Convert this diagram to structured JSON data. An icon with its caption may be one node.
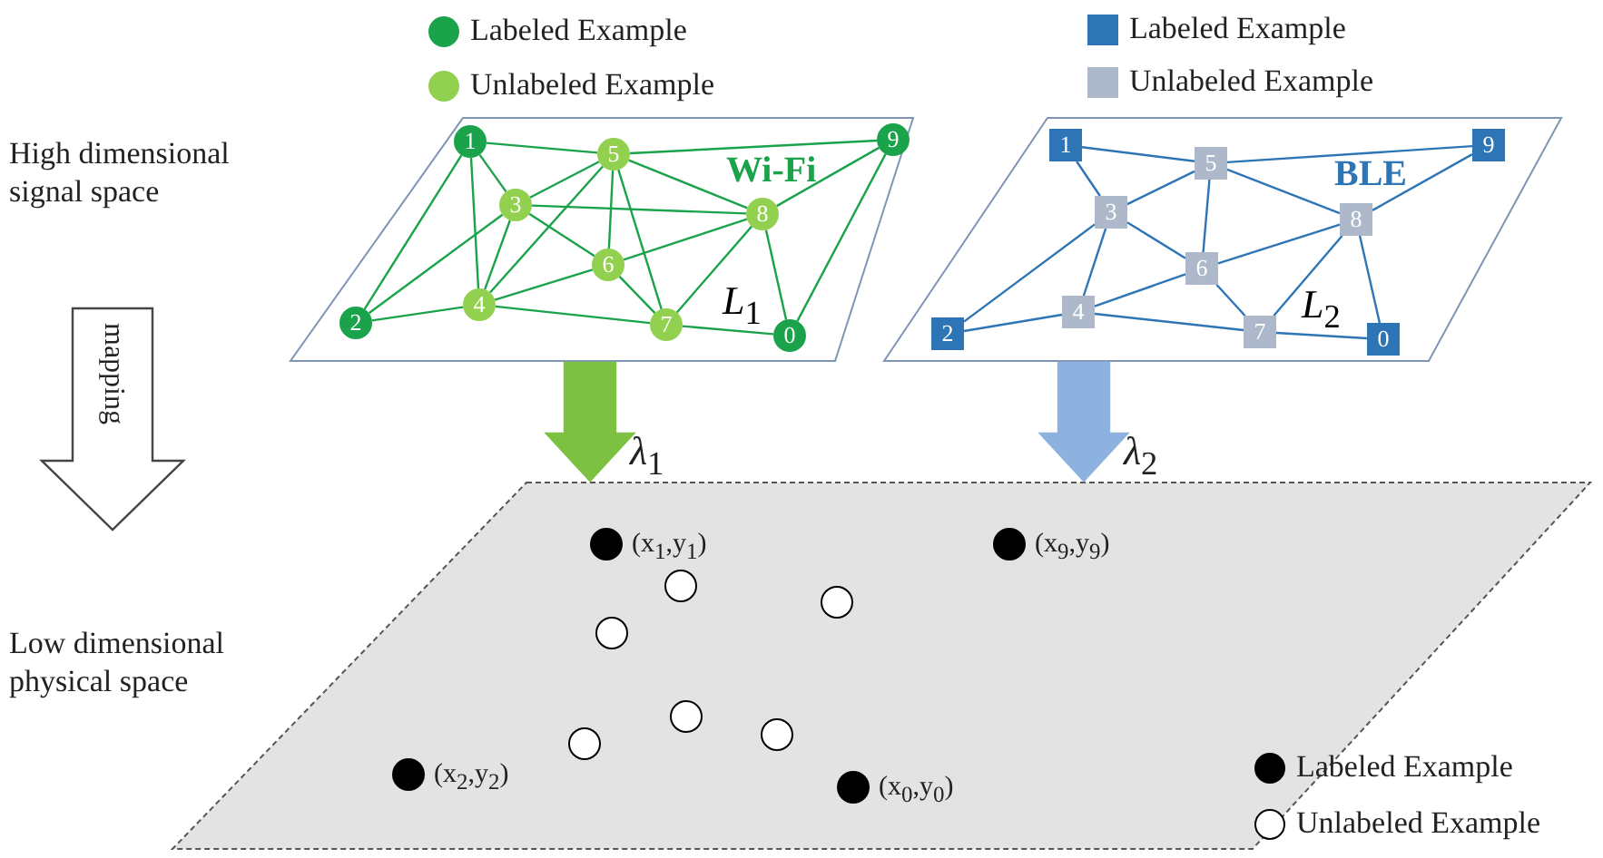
{
  "diagram": {
    "nodes": [
      {
        "text": [
          "Wi-Fi",
          "*L*$_{1}$"
        ]
      },
      {
        "text": [
          "0"
        ],
        "in": 0
      },
      {
        "text": [
          "1"
        ],
        "in": 0
      },
      {
        "text": [
          "2"
        ],
        "in": 0
      },
      {
        "text": [
          "3"
        ],
        "in": 0
      },
      {
        "text": [
          "4"
        ],
        "in": 0
      },
      {
        "text": [
          "5"
        ],
        "in": 0
      },
      {
        "text": [
          "6"
        ],
        "in": 0
      },
      {
        "text": [
          "7"
        ],
        "in": 0
      },
      {
        "text": [
          "8"
        ],
        "in": 0
      },
      {
        "text": [
          "9"
        ],
        "in": 0
      },
      {
        "text": [
          "BLE",
          "*L*$_{2}$"
        ]
      },
      {
        "text": [
          "0"
        ],
        "in": 11
      },
      {
        "text": [
          "1"
        ],
        "in": 11
      },
      {
        "text": [
          "2"
        ],
        "in": 11
      },
      {
        "text": [
          "3"
        ],
        "in": 11
      },
      {
        "text": [
          "4"
        ],
        "in": 11
      },
      {
        "text": [
          "5"
        ],
        "in": 11
      },
      {
        "text": [
          "6"
        ],
        "in": 11
      },
      {
        "text": [
          "7"
        ],
        "in": 11
      },
      {
        "text": [
          "8"
        ],
        "in": 11
      },
      {
        "text": [
          "9"
        ],
        "in": 11
      },
      {
        "text": [
          "High dimensional signal space"
        ]
      },
      {
        "text": [
          "Low dimensional physical space"
        ]
      },
      {
        "text": [],
        "shape": "parallelogram"
      },
      {
        "text": [],
        "shape": "circle",
        "in": 24,
        "beside": [
          "(x$_{1}$,y$_{1}$)"
        ]
      },
      {
        "text": [],
        "shape": "circle",
        "in": 24,
        "beside": [
          "(x$_{9}$,y$_{9}$)"
        ]
      },
      {
        "text": [],
        "shape": "circle",
        "in": 24,
        "beside": [
          "(x$_{2}$,y$_{2}$)"
        ]
      },
      {
        "text": [],
        "shape": "circle",
        "in": 24,
        "beside": [
          "(x$_{0}$,y$_{0}$)"
        ]
      },
      {
        "text": [],
        "shape": "circle",
        "in": 24
      },
      {
        "text": [],
        "shape": "circle",
        "in": 24
      },
      {
        "text": [],
        "shape": "circle",
        "in": 24
      },
      {
        "text": [],
        "shape": "circle",
        "in": 24
      },
      {
        "text": [],
        "shape": "circle",
        "in": 24
      },
      {
        "text": [],
        "shape": "circle",
        "in": 24
      }
    ],
    "edges": [
      {
        "from": 2,
        "to": 6,
        "arrow": "none"
      },
      {
        "from": 2,
        "to": 4,
        "arrow": "none"
      },
      {
        "from": 2,
        "to": 5,
        "arrow": "none"
      },
      {
        "from": 2,
        "to": 3,
        "arrow": "none"
      },
      {
        "from": 3,
        "to": 4,
        "arrow": "none"
      },
      {
        "from": 3,
        "to": 5,
        "arrow": "none"
      },
      {
        "from": 4,
        "to": 6,
        "arrow": "none"
      },
      {
        "from": 4,
        "to": 9,
        "arrow": "none"
      },
      {
        "from": 4,
        "to": 7,
        "arrow": "none"
      },
      {
        "from": 4,
        "to": 5,
        "arrow": "none"
      },
      {
        "from": 5,
        "to": 6,
        "arrow": "none"
      },
      {
        "from": 5,
        "to": 7,
        "arrow": "none"
      },
      {
        "from": 5,
        "to": 8,
        "arrow": "none"
      },
      {
        "from": 6,
        "to": 7,
        "arrow": "none"
      },
      {
        "from": 6,
        "to": 8,
        "arrow": "none"
      },
      {
        "from": 6,
        "to": 9,
        "arrow": "none"
      },
      {
        "from": 6,
        "to": 10,
        "arrow": "none"
      },
      {
        "from": 7,
        "to": 9,
        "arrow": "none"
      },
      {
        "from": 7,
        "to": 8,
        "arrow": "none"
      },
      {
        "from": 8,
        "to": 9,
        "arrow": "none"
      },
      {
        "from": 8,
        "to": 1,
        "arrow": "none"
      },
      {
        "from": 9,
        "to": 1,
        "arrow": "none"
      },
      {
        "from": 9,
        "to": 10,
        "arrow": "none"
      },
      {
        "from": 10,
        "to": 1,
        "arrow": "none"
      },
      {
        "from": 13,
        "to": 17,
        "arrow": "none",
        "color": "#2e75b6"
      },
      {
        "from": 13,
        "to": 15,
        "arrow": "none",
        "color": "#2e75b6"
      },
      {
        "from": 17,
        "to": 21,
        "arrow": "none",
        "color": "#2e75b6"
      },
      {
        "from": 17,
        "to": 15,
        "arrow": "none",
        "color": "#2e75b6"
      },
      {
        "from": 17,
        "to": 18,
        "arrow": "none",
        "color": "#2e75b6"
      },
      {
        "from": 17,
        "to": 20,
        "arrow": "none",
        "color": "#2e75b6"
      },
      {
        "from": 20,
        "to": 21,
        "arrow": "none",
        "color": "#2e75b6"
      },
      {
        "from": 15,
        "to": 14,
        "arrow": "none",
        "color": "#2e75b6"
      },
      {
        "from": 15,
        "to": 16,
        "arrow": "none",
        "color": "#2e75b6"
      },
      {
        "from": 15,
        "to": 18,
        "arrow": "none",
        "color": "#2e75b6"
      },
      {
        "from": 18,
        "to": 20,
        "arrow": "none",
        "color": "#2e75b6"
      },
      {
        "from": 18,
        "to": 16,
        "arrow": "none",
        "color": "#2e75b6"
      },
      {
        "from": 18,
        "to": 19,
        "arrow": "none",
        "color": "#2e75b6"
      },
      {
        "from": 19,
        "to": 20,
        "arrow": "none",
        "color": "#2e75b6"
      },
      {
        "from": 20,
        "to": 12,
        "arrow": "none",
        "color": "#2e75b6"
      },
      {
        "from": 16,
        "to": 14,
        "arrow": "none",
        "color": "#2e75b6"
      },
      {
        "from": 16,
        "to": 19,
        "arrow": "none",
        "color": "#2e75b6"
      },
      {
        "from": 19,
        "to": 12,
        "arrow": "none",
        "color": "#2e75b6"
      },
      {
        "from": 22,
        "to": 23,
        "arrow": "to",
        "label": "mapping",
        "style": "thick",
        "color": "#ffffff"
      },
      {
        "from": 0,
        "to": 24,
        "arrow": "to",
        "label": "*λ*$_{1}$",
        "style": "thick",
        "color": "#7cc142"
      },
      {
        "from": 11,
        "to": 24,
        "arrow": "to",
        "label": "*λ*$_{2}$",
        "style": "thick",
        "color": "#8eb2df"
      }
    ],
    "legend": [
      {
        "text": "Labeled Example",
        "color": "#1aa34a"
      },
      {
        "text": "Unlabeled Example",
        "color": "#92d050"
      },
      {
        "text": "Labeled Example",
        "color": "#2e75b6"
      },
      {
        "text": "Unlabeled Example",
        "color": "#adb9ca"
      },
      {
        "text": "Labeled Example",
        "color": "#000000"
      },
      {
        "text": "Unlabeled Example",
        "color": "#ffffff"
      }
    ]
  }
}
